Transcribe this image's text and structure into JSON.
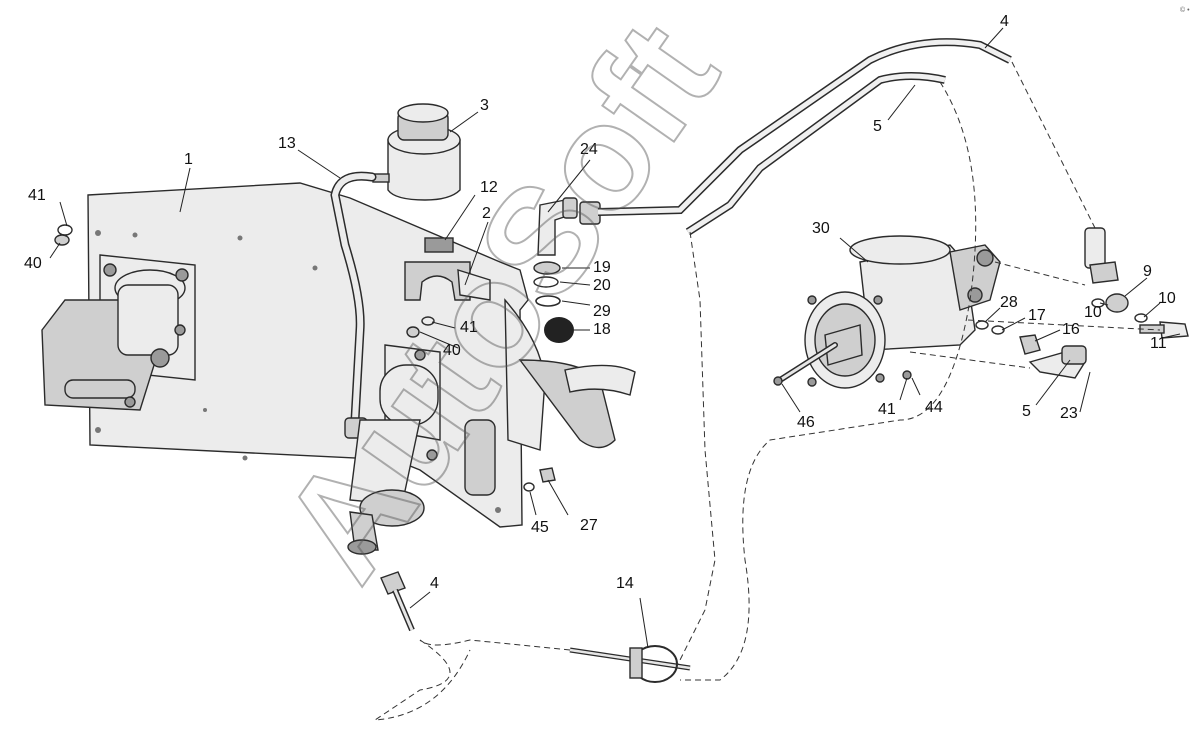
{
  "watermark": {
    "text": "AutoSoft"
  },
  "corner_mark": "© •",
  "callouts": [
    {
      "id": "c1",
      "label": "1"
    },
    {
      "id": "c2",
      "label": "2"
    },
    {
      "id": "c3",
      "label": "3"
    },
    {
      "id": "c4a",
      "label": "4"
    },
    {
      "id": "c4b",
      "label": "4"
    },
    {
      "id": "c5a",
      "label": "5"
    },
    {
      "id": "c5b",
      "label": "5"
    },
    {
      "id": "c9",
      "label": "9"
    },
    {
      "id": "c10a",
      "label": "10"
    },
    {
      "id": "c10b",
      "label": "10"
    },
    {
      "id": "c11",
      "label": "11"
    },
    {
      "id": "c12",
      "label": "12"
    },
    {
      "id": "c13",
      "label": "13"
    },
    {
      "id": "c14",
      "label": "14"
    },
    {
      "id": "c16",
      "label": "16"
    },
    {
      "id": "c17",
      "label": "17"
    },
    {
      "id": "c18",
      "label": "18"
    },
    {
      "id": "c19",
      "label": "19"
    },
    {
      "id": "c20",
      "label": "20"
    },
    {
      "id": "c23",
      "label": "23"
    },
    {
      "id": "c24",
      "label": "24"
    },
    {
      "id": "c27",
      "label": "27"
    },
    {
      "id": "c28",
      "label": "28"
    },
    {
      "id": "c29",
      "label": "29"
    },
    {
      "id": "c30",
      "label": "30"
    },
    {
      "id": "c40a",
      "label": "40"
    },
    {
      "id": "c40b",
      "label": "40"
    },
    {
      "id": "c41a",
      "label": "41"
    },
    {
      "id": "c41b",
      "label": "41"
    },
    {
      "id": "c41c",
      "label": "41"
    },
    {
      "id": "c44",
      "label": "44"
    },
    {
      "id": "c45",
      "label": "45"
    },
    {
      "id": "c46",
      "label": "46"
    }
  ]
}
